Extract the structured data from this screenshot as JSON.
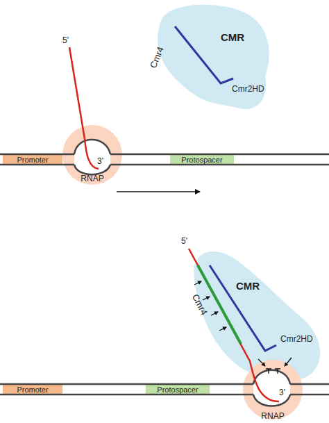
{
  "diagram": {
    "nodes": [
      {
        "text": [
          "CMR",
          "Cmr4",
          "Cmr2HD"
        ]
      },
      {
        "text": [
          "Promoter"
        ]
      },
      {
        "text": [
          "Protospacer"
        ]
      },
      {
        "text": [
          "RNAP"
        ]
      },
      {
        "text": [
          "CMR",
          "Cmr4",
          "Cmr2HD"
        ]
      },
      {
        "text": [
          "Promoter"
        ]
      },
      {
        "text": [
          "Protospacer"
        ]
      },
      {
        "text": [
          "RNAP"
        ]
      }
    ],
    "labels": [
      "5'",
      "3'",
      "5'",
      "3'"
    ]
  }
}
